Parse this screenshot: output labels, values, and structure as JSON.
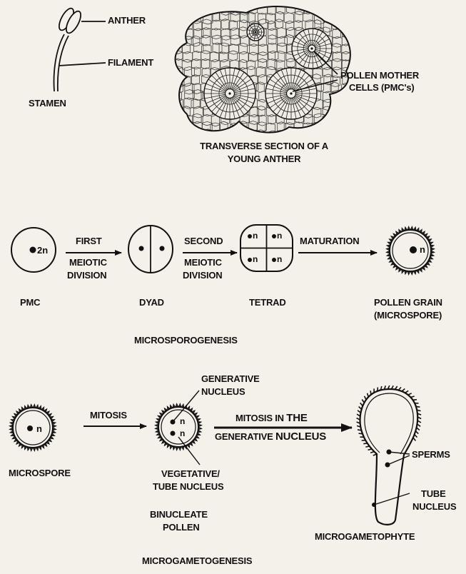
{
  "stamen": {
    "anther": "ANTHER",
    "filament": "FILAMENT",
    "stamen": "STAMEN"
  },
  "anther_section": {
    "pmc_label_1": "POLLEN MOTHER",
    "pmc_label_2": "CELLS (PMC's)",
    "caption_1": "TRANSVERSE SECTION OF A",
    "caption_2": "YOUNG ANTHER"
  },
  "microsporogenesis": {
    "pmc_ploidy": "2n",
    "n": "n",
    "step1_top": "FIRST",
    "step1_bottom_1": "MEIOTIC",
    "step1_bottom_2": "DIVISION",
    "step2_top": "SECOND",
    "step2_bottom_1": "MEIOTIC",
    "step2_bottom_2": "DIVISION",
    "step3_top": "MATURATION",
    "pmc": "PMC",
    "dyad": "DYAD",
    "tetrad": "TETRAD",
    "pollen_1": "POLLEN GRAIN",
    "pollen_2": "(MICROSPORE)",
    "title": "MICROSPOROGENESIS"
  },
  "microgametogenesis": {
    "n": "n",
    "mitosis": "MITOSIS",
    "generative_1": "GENERATIVE",
    "generative_2": "NUCLEUS",
    "microspore": "MICROSPORE",
    "vegetative_1": "VEGETATIVE/",
    "vegetative_2": "TUBE NUCLEUS",
    "binucleate_1": "BINUCLEATE",
    "binucleate_2": "POLLEN",
    "mitosis_in_prefix": "MITOSIS IN ",
    "mitosis_in_bold": "THE",
    "generative_line_prefix": "GENERATIVE ",
    "generative_line_bold": "NUCLEUS",
    "sperms": "SPERMS",
    "tube_1": "TUBE",
    "tube_2": "NUCLEUS",
    "microgametophyte": "MICROGAMETOPHYTE",
    "title": "MICROGAMETOGENESIS"
  }
}
